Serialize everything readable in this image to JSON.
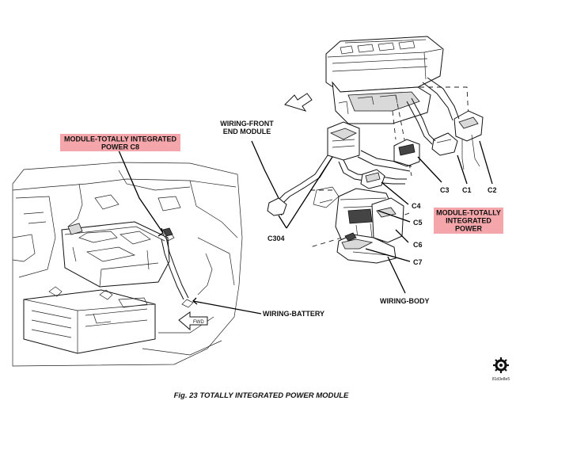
{
  "labels": {
    "tipm_c8_line1": "MODULE-TOTALLY INTEGRATED",
    "tipm_c8_line2": "POWER C8",
    "wiring_front_line1": "WIRING-FRONT",
    "wiring_front_line2": "END MODULE",
    "c304": "C304",
    "c1": "C1",
    "c2": "C2",
    "c3": "C3",
    "c4": "C4",
    "c5": "C5",
    "c6": "C6",
    "c7": "C7",
    "tipm_line1": "MODULE-TOTALLY",
    "tipm_line2": "INTEGRATED",
    "tipm_line3": "POWER",
    "wiring_body": "WIRING-BODY",
    "wiring_battery": "WIRING-BATTERY",
    "fwd": "FWD",
    "image_code": "81d3e8e5"
  },
  "caption": "Fig. 23 TOTALLY INTEGRATED POWER MODULE",
  "colors": {
    "label_highlight": "#f4a6aa",
    "line": "#111111",
    "background": "#ffffff"
  }
}
